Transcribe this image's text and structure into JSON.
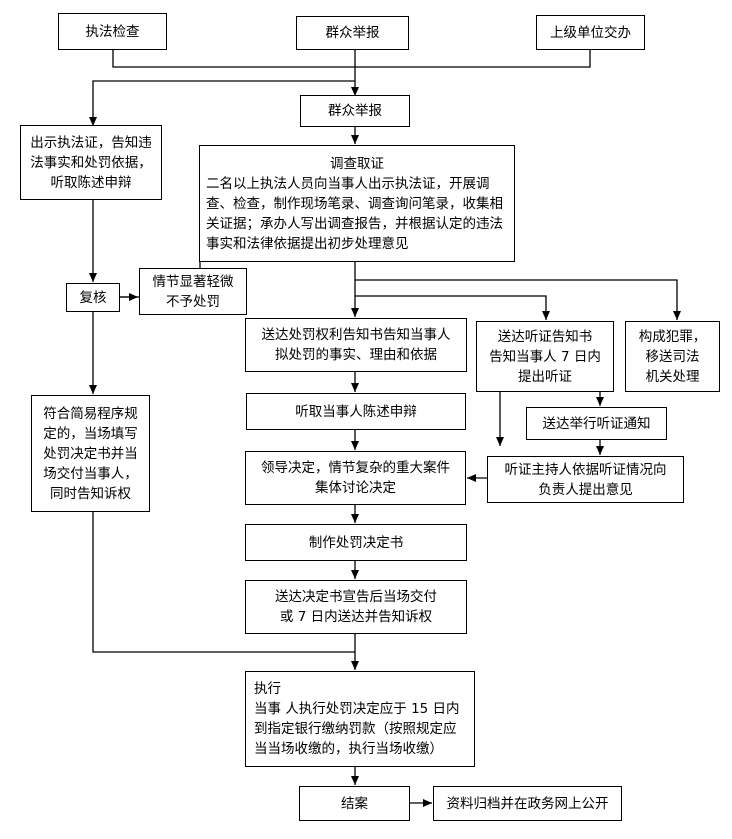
{
  "nodes": {
    "zhifa_jiancha": "执法检查",
    "qunzhong_jubao_top": "群众举报",
    "shangji_jiaoban": "上级单位交办",
    "qunzhong_jubao": "群众举报",
    "chushi_zhifazheng": "出示执法证，告知违\n法事实和处罚依据，\n听取陈述申辩",
    "diaocha_title": "调查取证",
    "diaocha_body": "二名以上执法人员向当事人出示执法证，开展调查、检查，制作现场笔录、调查询问笔录，收集相关证据；承办人写出调查报告，并根据认定的违法事实和法律依据提出初步处理意见",
    "fuhe": "复核",
    "qingjie_qingwei": "情节显著轻微\n不予处罚",
    "songda_chufaquanli": "送达处罚权利告知书告知当事人\n拟处罚的事实、理由和依据",
    "songda_tingzheng": "送达听证告知书\n告知当事人 7 日内\n提出听证",
    "goucheng_fanzui": "构成犯罪，\n移送司法\n机关处理",
    "tingqu_chenshu": "听取当事人陈述申辩",
    "songda_juxing": "送达举行听证通知",
    "fuhe_jianyi": "符合简易程序规\n定的，当场填写\n处罚决定书并当\n场交付当事人，\n同时告知诉权",
    "lingdao_jueding": "领导决定，情节复杂的重大案件\n集体讨论决定",
    "tingzheng_zhuchiren": "听证主持人依据听证情况向\n负责人提出意见",
    "zhizuo_jueding": "制作处罚决定书",
    "songda_jueding": "送达决定书宣告后当场交付\n或 7 日内送达并告知诉权",
    "zhixing": "执行\n当事 人执行处罚决定应于 15 日内\n到指定银行缴纳罚款（按照规定应\n当当场收缴的，执行当场收缴）",
    "jiean": "结案",
    "ziliao_guidang": "资料归档并在政务网上公开"
  }
}
